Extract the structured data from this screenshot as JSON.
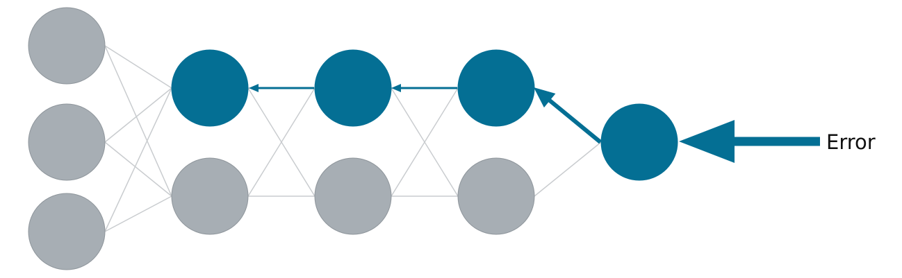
{
  "diagram": {
    "error_label": "Error",
    "colors": {
      "active_neuron": "#046F94",
      "inactive_neuron": "#A7AEB4",
      "neuron_outline": "#8E959B",
      "connection_line": "#C9CCCF",
      "backprop_arrow": "#046F94",
      "label_text": "#111111"
    },
    "layers": [
      {
        "name": "input-layer",
        "neurons": [
          "inactive",
          "inactive",
          "inactive"
        ]
      },
      {
        "name": "hidden-layer-1",
        "neurons": [
          "active",
          "inactive"
        ]
      },
      {
        "name": "hidden-layer-2",
        "neurons": [
          "active",
          "inactive"
        ]
      },
      {
        "name": "hidden-layer-3",
        "neurons": [
          "active",
          "inactive"
        ]
      },
      {
        "name": "output-layer",
        "neurons": [
          "active"
        ]
      }
    ]
  }
}
